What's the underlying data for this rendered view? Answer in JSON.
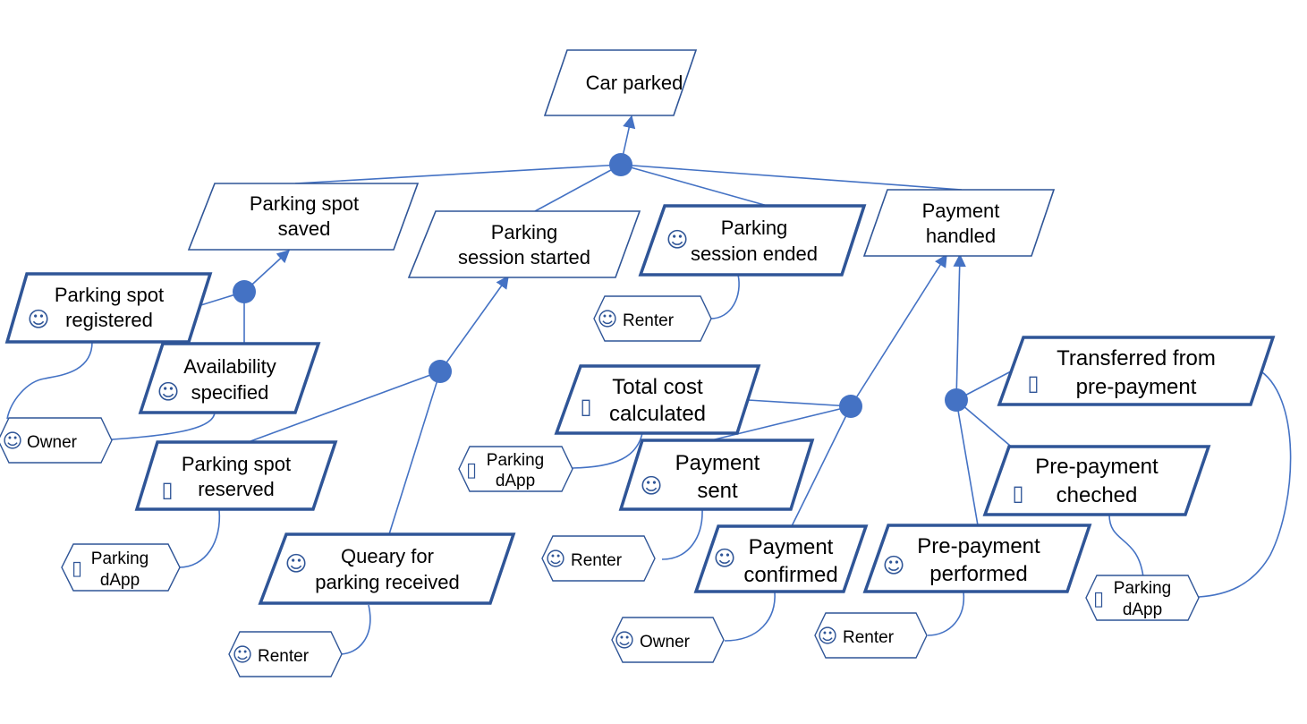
{
  "colors": {
    "line": "#4472c4",
    "node": "#4472c4",
    "border": "#2f5597",
    "text": "#000000"
  },
  "goals": {
    "car_parked": {
      "line1": "Car parked"
    },
    "spot_saved": {
      "line1": "Parking spot",
      "line2": "saved"
    },
    "session_started": {
      "line1": "Parking",
      "line2": "session started"
    },
    "session_ended": {
      "line1": "Parking",
      "line2": "session ended",
      "icon": "smiley-icon"
    },
    "payment_handled": {
      "line1": "Payment",
      "line2": "handled"
    },
    "spot_registered": {
      "line1": "Parking spot",
      "line2": "registered",
      "icon": "smiley-icon"
    },
    "availability": {
      "line1": "Availability",
      "line2": "specified",
      "icon": "smiley-icon"
    },
    "spot_reserved": {
      "line1": "Parking spot",
      "line2": "reserved",
      "icon": "computer-icon"
    },
    "query_received": {
      "line1": "Queary for",
      "line2": "parking received",
      "icon": "smiley-icon"
    },
    "total_cost": {
      "line1": "Total cost",
      "line2": "calculated",
      "icon": "computer-icon"
    },
    "payment_sent": {
      "line1": "Payment",
      "line2": "sent",
      "icon": "smiley-icon"
    },
    "payment_confirmed": {
      "line1": "Payment",
      "line2": "confirmed",
      "icon": "smiley-icon"
    },
    "prepayment_performed": {
      "line1": "Pre-payment",
      "line2": "performed",
      "icon": "smiley-icon"
    },
    "transferred": {
      "line1": "Transferred from",
      "line2": "pre-payment",
      "icon": "computer-icon"
    },
    "prepayment_checked": {
      "line1": "Pre-payment",
      "line2": "cheched",
      "icon": "computer-icon"
    }
  },
  "roles": {
    "renter_ended": {
      "label": "Renter",
      "icon": "smiley-icon"
    },
    "owner_registered": {
      "label": "Owner",
      "icon": "smiley-icon"
    },
    "dapp_reserved": {
      "line1": "Parking",
      "line2": "dApp",
      "icon": "computer-icon"
    },
    "renter_query": {
      "label": "Renter",
      "icon": "smiley-icon"
    },
    "dapp_totalcost": {
      "line1": "Parking",
      "line2": "dApp",
      "icon": "computer-icon"
    },
    "renter_sent": {
      "label": "Renter",
      "icon": "smiley-icon"
    },
    "owner_confirmed": {
      "label": "Owner",
      "icon": "smiley-icon"
    },
    "renter_prepay": {
      "label": "Renter",
      "icon": "smiley-icon"
    },
    "dapp_prepay": {
      "line1": "Parking",
      "line2": "dApp",
      "icon": "computer-icon"
    }
  },
  "glyphs": {
    "smiley": "☺",
    "computer": "▯"
  }
}
